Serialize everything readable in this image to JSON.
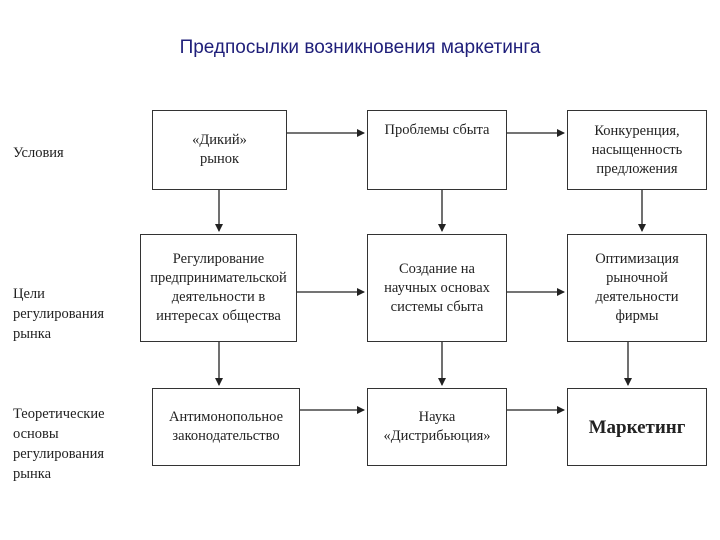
{
  "title": "Предпосылки возникновения маркетинга",
  "rows": [
    {
      "label": "Условия"
    },
    {
      "label": "Цели\nрегулирования\nрынка"
    },
    {
      "label": "Теоретические\nосновы\nрегулирования\nрынка"
    }
  ],
  "boxes": [
    {
      "text": "«Дикий»\nрынок"
    },
    {
      "text": "Проблемы сбыта"
    },
    {
      "text": "Конкуренция,\nнасыщенность\nпредложения"
    },
    {
      "text": "Регулирование\nпредпринимательской деятельности в\nинтересах общества"
    },
    {
      "text": "Создание на научных основах\nсистемы сбыта"
    },
    {
      "text": "Оптимизация\nрыночной деятельности фирмы"
    },
    {
      "text": "Антимонопольное законодательство"
    },
    {
      "text": "Наука\n«Дистрибьюция»"
    },
    {
      "text": "Маркетинг"
    }
  ]
}
